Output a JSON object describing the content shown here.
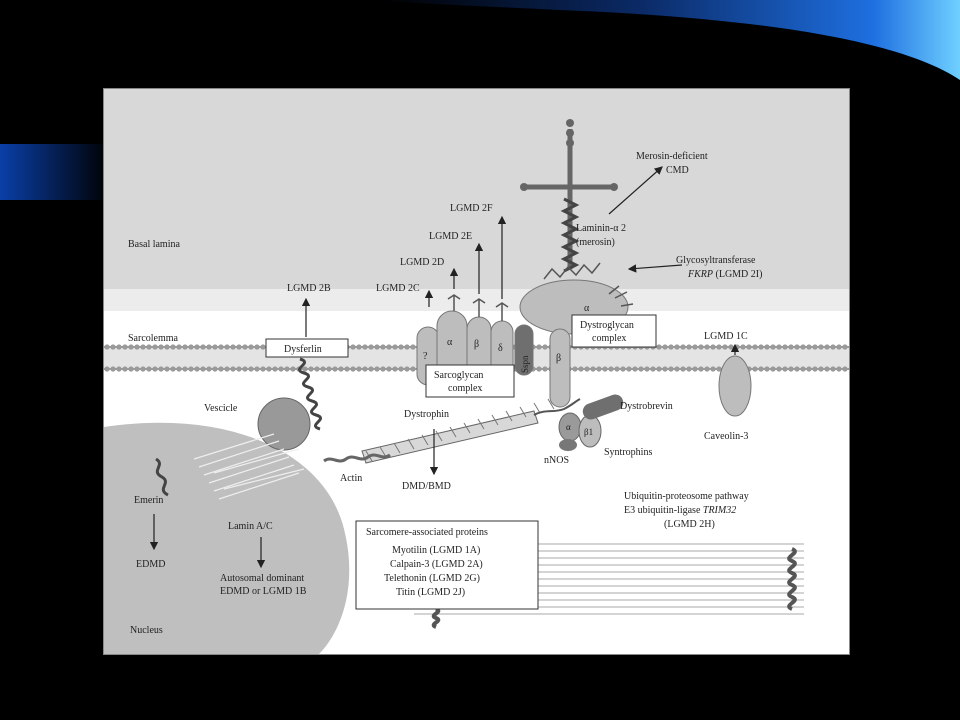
{
  "colors": {
    "background": "#000000",
    "slide_accent": "#1e6fe0",
    "figure_bg": "#ffffff",
    "basal_lamina": "#d8d8d8",
    "protein": "#bdbdbd",
    "protein_dark": "#6f6f6f"
  },
  "regions": {
    "basal_lamina": "Basal lamina",
    "sarcolemma": "Sarcolemma",
    "nucleus": "Nucleus"
  },
  "diseases": {
    "lgmd_2b": "LGMD 2B",
    "lgmd_2c": "LGMD 2C",
    "lgmd_2d": "LGMD 2D",
    "lgmd_2e": "LGMD 2E",
    "lgmd_2f": "LGMD 2F",
    "lgmd_1c": "LGMD 1C",
    "merosin_line1": "Merosin-deficient",
    "merosin_line2": "CMD",
    "dmd_bmd": "DMD/BMD",
    "edmd": "EDMD",
    "autosomal_line1": "Autosomal dominant",
    "autosomal_line2": "EDMD or LGMD 1B"
  },
  "proteins": {
    "dysferlin": "Dysferlin",
    "laminin_line1": "Laminin-α 2",
    "laminin_line2": "(merosin)",
    "glyco_line1": "Glycosyltransferase",
    "glyco_fkrp": "FKRP",
    "glyco_rest": " (LGMD 2I)",
    "dystroglycan_line1": "Dystroglycan",
    "dystroglycan_line2": "complex",
    "sarcoglycan_line1": "Sarcoglycan",
    "sarcoglycan_line2": "complex",
    "sspn": "Sspn",
    "vescicle": "Vescicle",
    "dystrophin": "Dystrophin",
    "dystrobrevin": "Dystrobrevin",
    "syntrophins": "Syntrophins",
    "nnos": "nNOS",
    "actin": "Actin",
    "caveolin": "Caveolin-3",
    "emerin": "Emerin",
    "lamin": "Lamin A/C"
  },
  "greek": {
    "alpha": "α",
    "beta": "β",
    "delta": "δ",
    "gamma": "?",
    "beta1": "β1"
  },
  "ubiquitin": {
    "line1": "Ubiquitin-proteosome pathway",
    "line2_prefix": "E3 ubiquitin-ligase ",
    "line2_gene": "TRIM32",
    "line3": "(LGMD 2H)"
  },
  "sarcomere": {
    "title": "Sarcomere-associated proteins",
    "items": [
      "Myotilin (LGMD 1A)",
      "Calpain-3 (LGMD 2A)",
      "Telethonin (LGMD 2G)",
      "Titin (LGMD 2J)"
    ]
  }
}
